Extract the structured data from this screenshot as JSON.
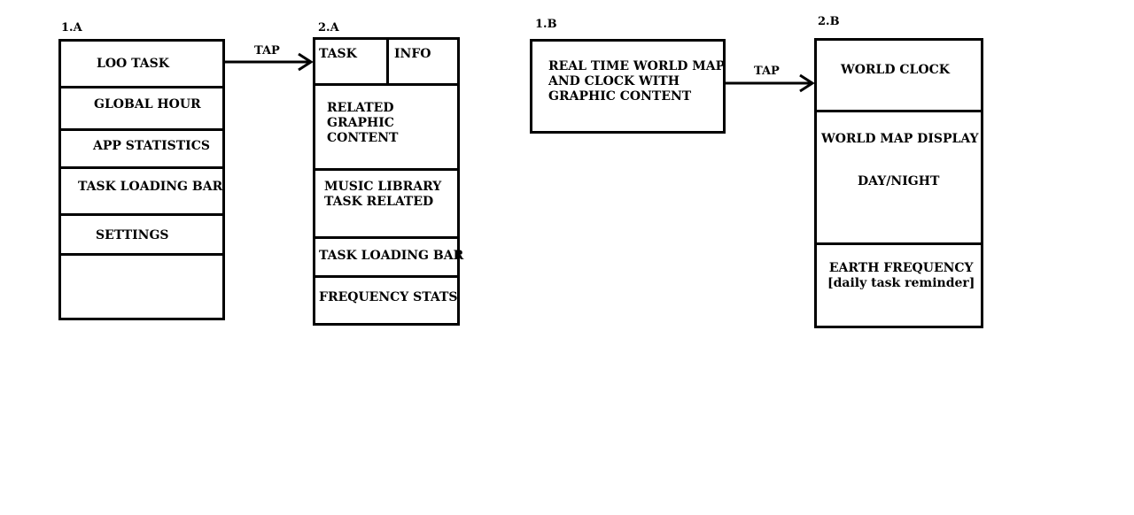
{
  "screens": {
    "s1a": {
      "label": "1.A",
      "items": [
        "LOO TASK",
        "GLOBAL HOUR",
        "APP STATISTICS",
        "TASK LOADING BAR",
        "SETTINGS"
      ]
    },
    "s2a": {
      "label": "2.A",
      "tab_task": "TASK",
      "tab_info": "INFO",
      "related": "RELATED\nGRAPHIC\nCONTENT",
      "music": "MUSIC LIBRARY\nTASK RELATED",
      "loading": "TASK LOADING BAR",
      "frequency": "FREQUENCY  STATS"
    },
    "s1b": {
      "label": "1.B",
      "content": "REAL TIME WORLD MAP\nAND CLOCK WITH\nGRAPHIC CONTENT"
    },
    "s2b": {
      "label": "2.B",
      "clock": "WORLD CLOCK",
      "map": "WORLD MAP DISPLAY",
      "daynight": "DAY/NIGHT",
      "earth": "EARTH FREQUENCY\n[daily task reminder]"
    }
  },
  "arrows": {
    "tap_a": "TAP",
    "tap_b": "TAP"
  }
}
